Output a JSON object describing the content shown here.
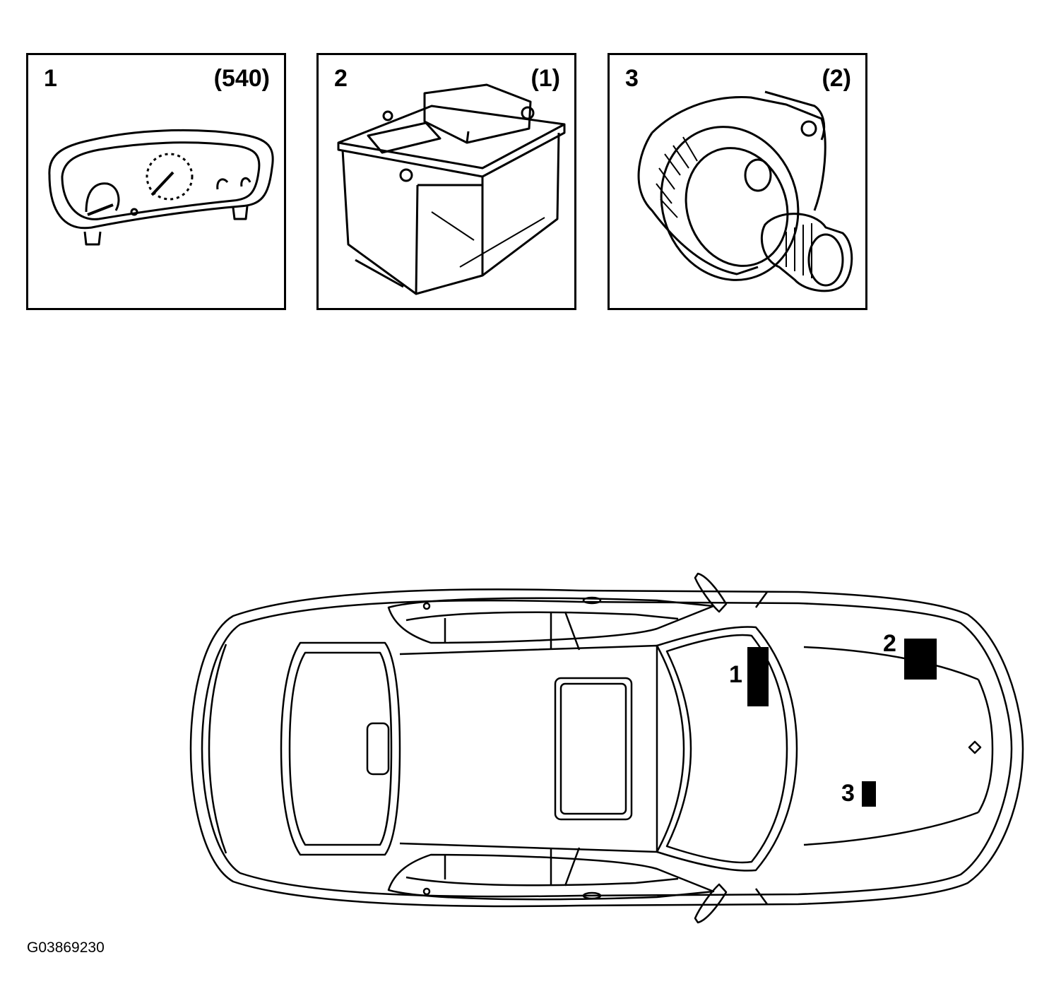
{
  "components": [
    {
      "number": "1",
      "quantity": "(540)",
      "icon": "instrument-cluster-icon"
    },
    {
      "number": "2",
      "quantity": "(1)",
      "icon": "battery-icon"
    },
    {
      "number": "3",
      "quantity": "(2)",
      "icon": "alternator-icon"
    }
  ],
  "locator": {
    "icon": "vehicle-top-view-icon",
    "callouts": [
      "1",
      "2",
      "3"
    ]
  },
  "figure_id": "G03869230"
}
